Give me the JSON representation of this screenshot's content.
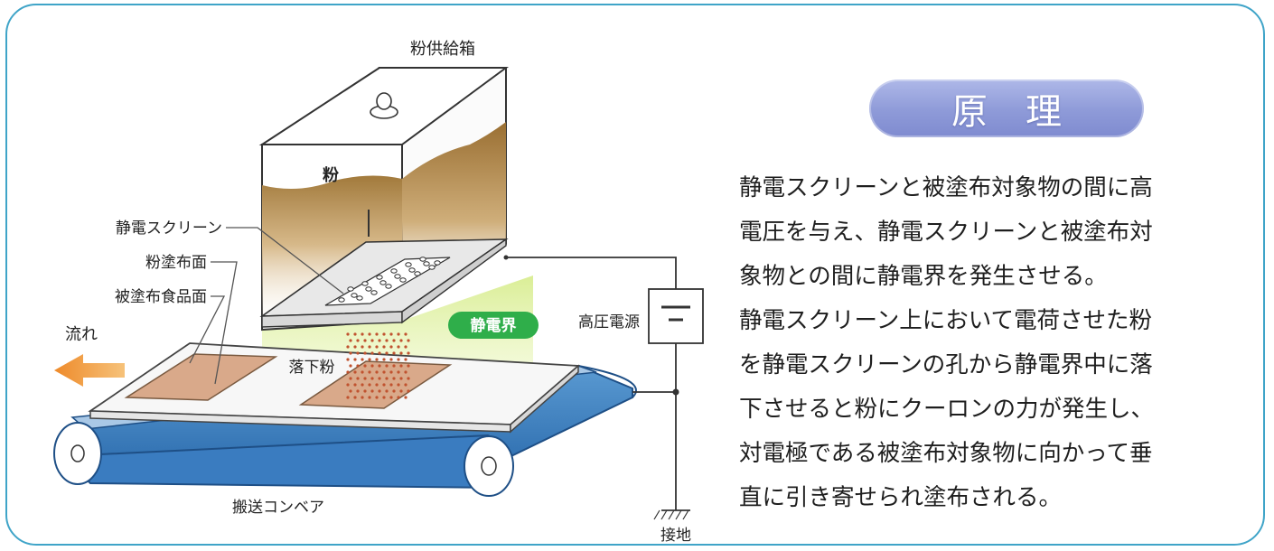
{
  "diagram": {
    "labels": {
      "powder_supply_box": "粉供給箱",
      "powder": "粉",
      "electrostatic_screen": "静電スクリーン",
      "powder_coated_surface": "粉塗布面",
      "coated_food_surface": "被塗布食品面",
      "flow": "流れ",
      "electrostatic_field": "静電界",
      "high_voltage_power": "高圧電源",
      "falling_powder": "落下粉",
      "conveyor": "搬送コンベア",
      "ground": "接地"
    }
  },
  "principle": {
    "title": "原理",
    "lines": [
      "静電スクリーンと被塗布対象物の間に高",
      "電圧を与え、静電スクリーンと被塗布対",
      "象物との間に静電界を発生させる。",
      "静電スクリーン上において電荷させた粉",
      "を静電スクリーンの孔から静電界中に落",
      "下させると粉にクーロンの力が発生し、",
      "対電極である被塗布対象物に向かって垂",
      "直に引き寄せられ塗布される。"
    ]
  },
  "colors": {
    "frame": "#3fa4c8",
    "conveyor": "#3f86c8",
    "badge": "#8e9ad8",
    "field_label": "#2fae4a",
    "powder": "#b8925a",
    "coated_strip": "#d9a98a"
  }
}
